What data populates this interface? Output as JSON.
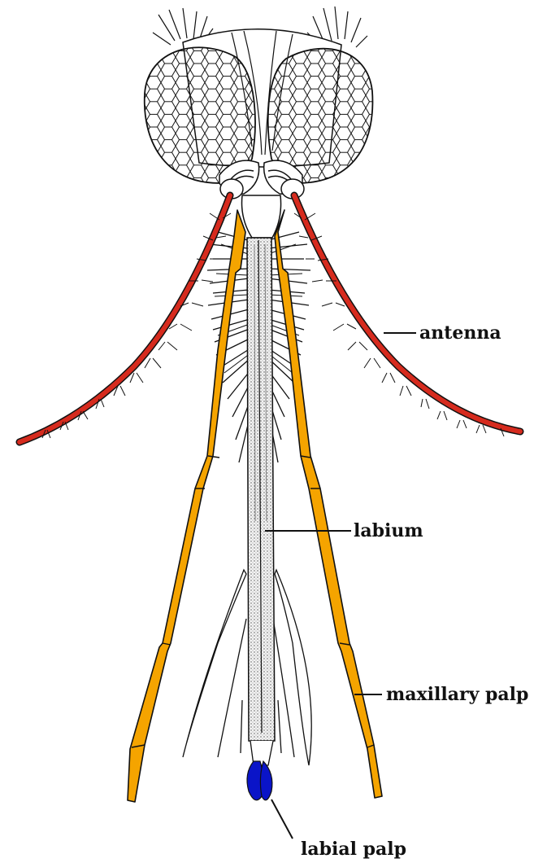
{
  "labels": {
    "antenna": "antenna",
    "labium": "labium",
    "maxillary_palp": "maxillary palp",
    "labial_palp": "labial palp"
  },
  "colors": {
    "antenna": "#d62b1e",
    "maxillary_palp": "#f5a400",
    "labial_palp": "#0a14c8",
    "outline": "#111111"
  },
  "parts": [
    "compound-eyes",
    "antenna",
    "maxillary-palp",
    "labium",
    "labial-palp"
  ]
}
